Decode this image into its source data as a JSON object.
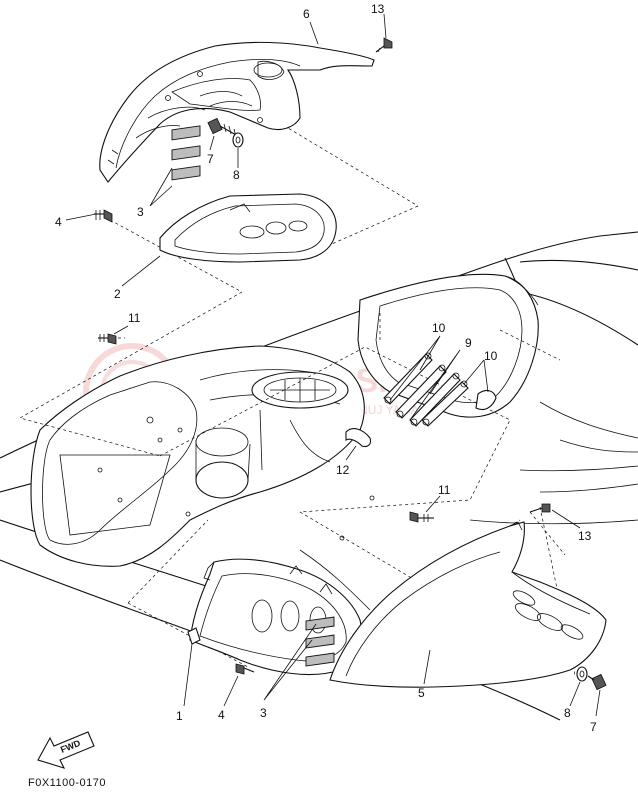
{
  "callouts": {
    "c1": "1",
    "c2": "2",
    "c3a": "3",
    "c3b": "3",
    "c4a": "4",
    "c4b": "4",
    "c5": "5",
    "c6": "6",
    "c7a": "7",
    "c7b": "7",
    "c8a": "8",
    "c8b": "8",
    "c9": "9",
    "c10a": "10",
    "c10b": "10",
    "c11a": "11",
    "c11b": "11",
    "c12": "12",
    "c13a": "13",
    "c13b": "13"
  },
  "fwd_label": "FWD",
  "drawing_code": "F0X1100-0170",
  "watermark": {
    "brand": "YAMAHA-SKLEP.PL",
    "tagline": "WEJDŹ I ZOBACZ | PIELĘGNUJ YAMAHA"
  },
  "colors": {
    "line": "#111111",
    "watermark": "#f1b9b9",
    "fill": "#ffffff",
    "shade": "#bdbdbd"
  }
}
